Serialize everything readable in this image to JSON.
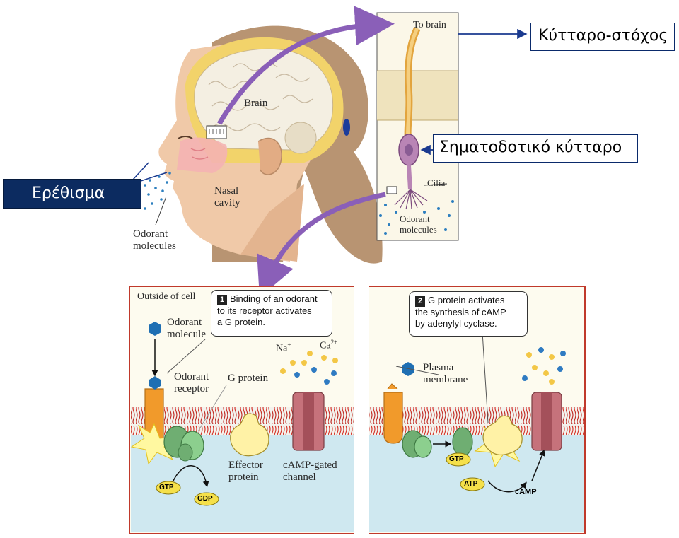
{
  "labels": {
    "target_cell": "Κύτταρο-στόχος",
    "signaling_cell": "Σηματοδοτικό κύτταρο",
    "stimulus": "Ερέθισμα"
  },
  "head_panel": {
    "brain": "Brain",
    "nasal_line1": "Nasal",
    "nasal_line2": "cavity",
    "odorant_line1": "Odorant",
    "odorant_line2": "molecules"
  },
  "neuron_panel": {
    "to_brain": "To brain",
    "cilia": "Cilia",
    "odorant_line1": "Odorant",
    "odorant_line2": "molecules"
  },
  "bottom_panel": {
    "outside_cell": "Outside of cell",
    "step1_num": "1",
    "step1_text": [
      "Binding of an odorant",
      "to its receptor activates",
      "a G protein."
    ],
    "step2_num": "2",
    "step2_text": [
      "G protein activates",
      "the synthesis of cAMP",
      "by adenylyl cyclase."
    ],
    "odorant_mol_line1": "Odorant",
    "odorant_mol_line2": "molecule",
    "receptor_line1": "Odorant",
    "receptor_line2": "receptor",
    "g_protein": "G protein",
    "na": "Na",
    "na_sup": "+",
    "ca": "Ca",
    "ca_sup": "2+",
    "effector_line1": "Effector",
    "effector_line2": "protein",
    "camp_channel_line1": "cAMP-gated",
    "camp_channel_line2": "channel",
    "plasma_line1": "Plasma",
    "plasma_line2": "membrane",
    "gtp": "GTP",
    "gdp": "GDP",
    "gtp2": "GTP",
    "atp": "ATP",
    "camp": "cAMP"
  }
}
